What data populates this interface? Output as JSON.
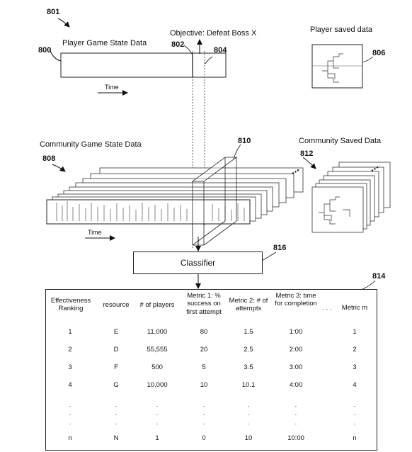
{
  "figure_ref": "801",
  "player_state": {
    "title": "Player Game State Data",
    "ref": "800",
    "time_label": "Time"
  },
  "objective": {
    "text": "Objective:  Defeat Boss X",
    "ref_marker": "802",
    "ref_end": "804"
  },
  "player_saved": {
    "title": "Player saved data",
    "ref": "806"
  },
  "community_state": {
    "title": "Community Game State Data",
    "ref": "808",
    "time_label": "Time",
    "ellipsis": "•••"
  },
  "slice_ref": "810",
  "community_saved": {
    "title": "Community Saved Data",
    "ref": "812",
    "ellipsis": "•••"
  },
  "classifier": {
    "label": "Classifier",
    "ref": "816"
  },
  "table": {
    "ref": "814",
    "headers": [
      "Effectiveness Ranking",
      "resource",
      "# of players",
      "Metric 1:  % success on first attempt",
      "Metric 2:  # of attempts",
      "Metric 3: time for completion",
      ". . .",
      "Metric m"
    ],
    "rows": [
      [
        "1",
        "E",
        "11,000",
        "80",
        "1.5",
        "1:00",
        "1"
      ],
      [
        "2",
        "D",
        "55,555",
        "20",
        "2.5",
        "2:00",
        "2"
      ],
      [
        "3",
        "F",
        "500",
        "5",
        "3.5",
        "3:00",
        "3"
      ],
      [
        "4",
        "G",
        "10,000",
        "10",
        "10.1",
        "4:00",
        "4"
      ],
      [
        ".",
        ".",
        ".",
        ".",
        ".",
        ".",
        "."
      ],
      [
        ".",
        ".",
        ".",
        ".",
        ".",
        ".",
        "."
      ],
      [
        ".",
        ".",
        ".",
        ".",
        ".",
        ".",
        "."
      ],
      [
        "n",
        "N",
        "1",
        "0",
        "10",
        "10:00",
        "n"
      ]
    ]
  }
}
